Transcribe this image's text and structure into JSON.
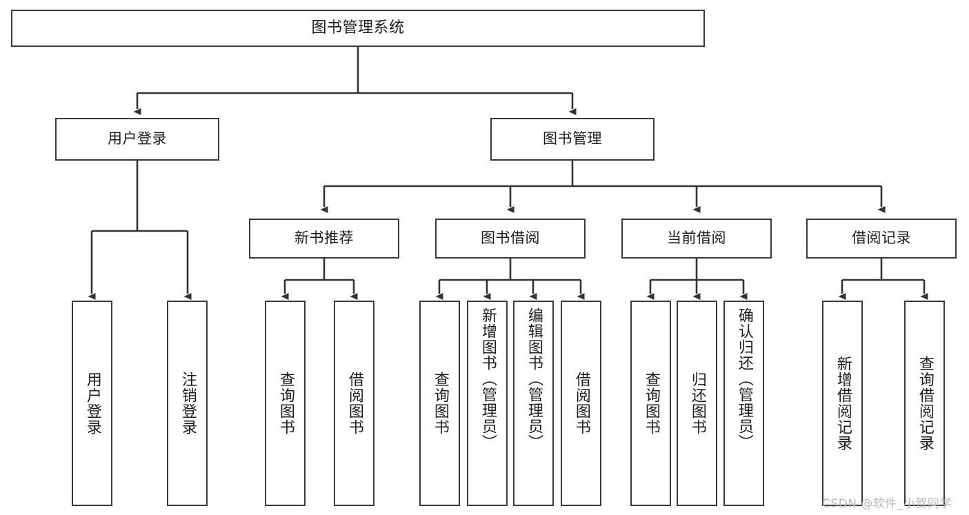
{
  "diagram": {
    "title": "图书管理系统",
    "type": "tree-hierarchy-diagram",
    "style": {
      "box_border": "#3a3a3a",
      "box_fill": "#ffffff",
      "line": "#333333",
      "background": "#ffffff"
    }
  },
  "root": {
    "label": "图书管理系统"
  },
  "level2": [
    {
      "label": "用户登录"
    },
    {
      "label": "图书管理"
    }
  ],
  "level3": [
    {
      "label": "新书推荐"
    },
    {
      "label": "图书借阅"
    },
    {
      "label": "当前借阅"
    },
    {
      "label": "借阅记录"
    }
  ],
  "leaves": {
    "user_login": [
      {
        "label": "用户登录"
      },
      {
        "label": "注销登录"
      }
    ],
    "new_book": [
      {
        "label": "查询图书"
      },
      {
        "label": "借阅图书"
      }
    ],
    "book_borrow": [
      {
        "label": "查询图书"
      },
      {
        "label": "新增图书（管理员）"
      },
      {
        "label": "编辑图书（管理员）"
      },
      {
        "label": "借阅图书"
      }
    ],
    "current_borrow": [
      {
        "label": "查询图书"
      },
      {
        "label": "归还图书"
      },
      {
        "label": "确认归还（管理员）"
      }
    ],
    "borrow_record": [
      {
        "label": "新增借阅记录"
      },
      {
        "label": "查询借阅记录"
      }
    ]
  },
  "watermark": {
    "text": "CSDN @软件_小贺同学"
  }
}
